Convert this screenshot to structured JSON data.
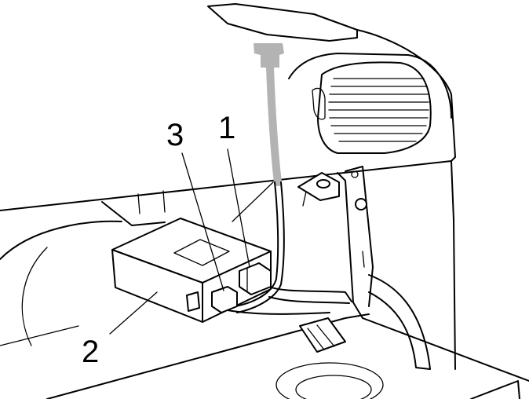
{
  "callouts": [
    {
      "id": "1",
      "text": "1"
    },
    {
      "id": "2",
      "text": "2"
    },
    {
      "id": "3",
      "text": "3"
    }
  ],
  "colors": {
    "line": "#000000",
    "background": "#ffffff",
    "cable_highlight": "#b3b3b3"
  }
}
